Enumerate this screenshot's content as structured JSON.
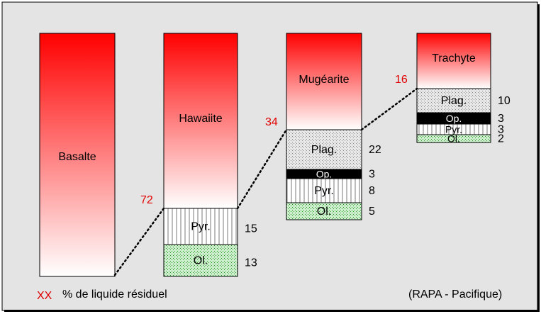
{
  "colors": {
    "background": "#e4e4e4",
    "melt_top": "#ff0000",
    "melt_bottom": "#ffffff",
    "residual_number": "#e00000",
    "plag": "#d6d6d6",
    "op": "#000000",
    "ol": "#c7eec7"
  },
  "columns": [
    {
      "name": "Basalte",
      "residual": "",
      "minerals": []
    },
    {
      "name": "Hawaiite",
      "residual": "72",
      "minerals": [
        {
          "label": "Pyr.",
          "value": "15",
          "fill": "vertical-hatch"
        },
        {
          "label": "Ol.",
          "value": "13",
          "fill": "stipple-green"
        }
      ]
    },
    {
      "name": "Mugéarite",
      "residual": "34",
      "minerals": [
        {
          "label": "Plag.",
          "value": "22",
          "fill": "stipple-grey"
        },
        {
          "label": "Op.",
          "value": "3",
          "fill": "black"
        },
        {
          "label": "Pyr.",
          "value": "8",
          "fill": "vertical-hatch"
        },
        {
          "label": "Ol.",
          "value": "5",
          "fill": "stipple-green"
        }
      ]
    },
    {
      "name": "Trachyte",
      "residual": "16",
      "minerals": [
        {
          "label": "Plag.",
          "value": "10",
          "fill": "stipple-grey"
        },
        {
          "label": "Op.",
          "value": "3",
          "fill": "black"
        },
        {
          "label": "Pyr.",
          "value": "3",
          "fill": "vertical-hatch"
        },
        {
          "label": "Ol.",
          "value": "2",
          "fill": "stipple-green"
        }
      ]
    }
  ],
  "legend": {
    "marker": "XX",
    "text": "% de liquide résiduel"
  },
  "source": "(RAPA - Pacifique)"
}
